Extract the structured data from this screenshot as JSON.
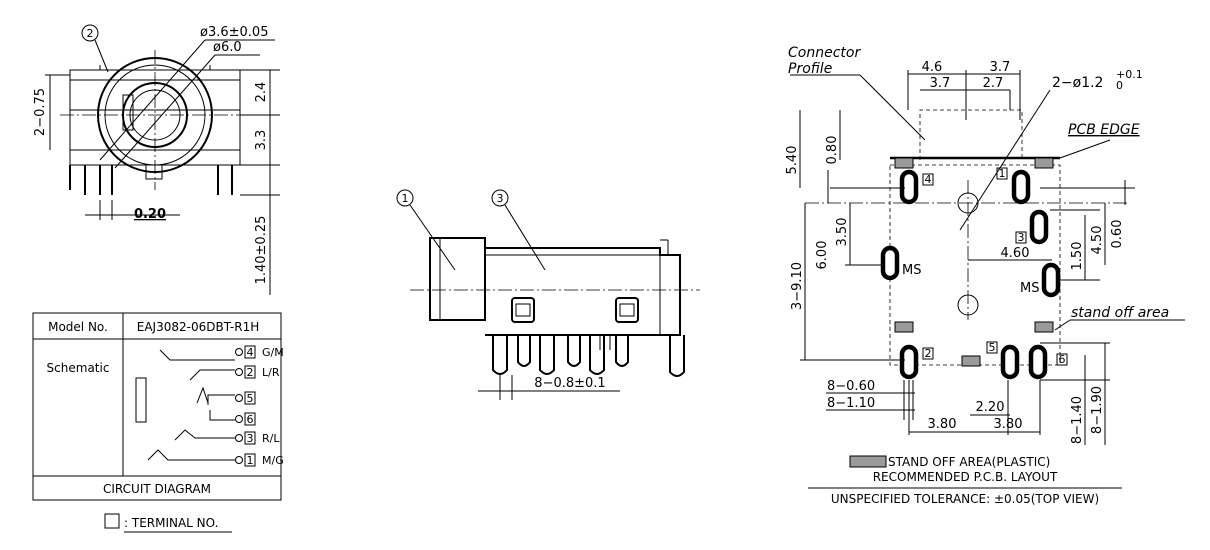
{
  "left_view": {
    "callout_2": "2",
    "dim_hole": "ø3.6±0.05",
    "dim_outer": "ø6.0",
    "dim_2_075": "2−0.75",
    "dim_24": "2.4",
    "dim_33": "3.3",
    "dim_020": "0.20",
    "dim_140": "1.40±0.25"
  },
  "table": {
    "model_label": "Model No.",
    "model_value": "EAJ3082-06DBT-R1H",
    "schematic_label": "Schematic",
    "terminals": [
      {
        "num": "4",
        "label": "G/M"
      },
      {
        "num": "2",
        "label": "L/R"
      },
      {
        "num": "5",
        "label": ""
      },
      {
        "num": "6",
        "label": ""
      },
      {
        "num": "3",
        "label": "R/L"
      },
      {
        "num": "1",
        "label": "M/G"
      }
    ],
    "footer": "CIRCUIT DIAGRAM",
    "legend": ": TERMINAL NO."
  },
  "side_view": {
    "callout_1": "1",
    "callout_3": "3",
    "dim_pitch": "8−0.8±0.1"
  },
  "pcb": {
    "connector_profile_1": "Connector",
    "connector_profile_2": "Profile",
    "dim_46": "4.6",
    "dim_37a": "3.7",
    "dim_37b": "3.7",
    "dim_27": "2.7",
    "dim_hole": "2−ø1.2",
    "dim_hole_tol_top": "+0.1",
    "dim_hole_tol_bottom": "0",
    "pcb_edge": "PCB EDGE",
    "dim_540": "5.40",
    "dim_080": "0.80",
    "dim_350": "3.50",
    "dim_600": "6.00",
    "dim_910": "3−9.10",
    "dim_460": "4.60",
    "dim_150": "1.50",
    "dim_450": "4.50",
    "dim_060": "0.60",
    "ms_left": "MS",
    "ms_right": "MS",
    "stand_off": "stand off area",
    "t1": "1",
    "t2": "2",
    "t3": "3",
    "t4": "4",
    "t5": "5",
    "t6": "6",
    "dim_860": "8−0.60",
    "dim_8110": "8−1.10",
    "dim_220": "2.20",
    "dim_380a": "3.80",
    "dim_380b": "3.80",
    "dim_8140": "8−1.40",
    "dim_8190": "8−1.90",
    "legend_standoff": "STAND OFF AREA(PLASTIC)",
    "legend_layout": "RECOMMENDED P.C.B. LAYOUT",
    "tolerance": "UNSPECIFIED TOLERANCE: ±0.05(TOP VIEW)"
  }
}
